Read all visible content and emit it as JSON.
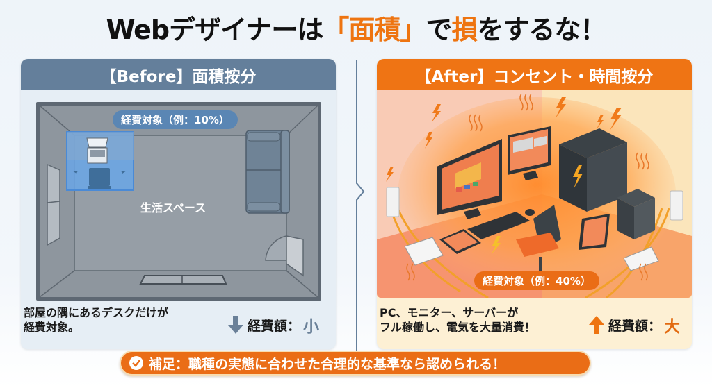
{
  "title": {
    "part1": "Webデザイナーは",
    "accent1": "「面積」",
    "part2": "で",
    "accent2": "損",
    "part3": "をするな！"
  },
  "before": {
    "header": "【Before】面積按分",
    "badge": "経費対象（例：10%）",
    "room_label": "生活スペース",
    "desc_line1": "部屋の隅にあるデスクだけが",
    "desc_line2": "経費対象。",
    "cost_label": "経費額：",
    "cost_value": "小",
    "arrow": "down-arrow",
    "color": "#647f9b"
  },
  "after": {
    "header": "【After】コンセント・時間按分",
    "badge": "経費対象（例：40%）",
    "desc_line1": "PC、モニター、サーバーが",
    "desc_line2": "フル稼働し、電気を大量消費！",
    "cost_label": "経費額：",
    "cost_value": "大",
    "arrow": "up-arrow",
    "color": "#ef7414"
  },
  "note": {
    "icon": "check-circle-icon",
    "text": "補足：職種の実態に合わせた合理的な基準なら認められる！"
  }
}
